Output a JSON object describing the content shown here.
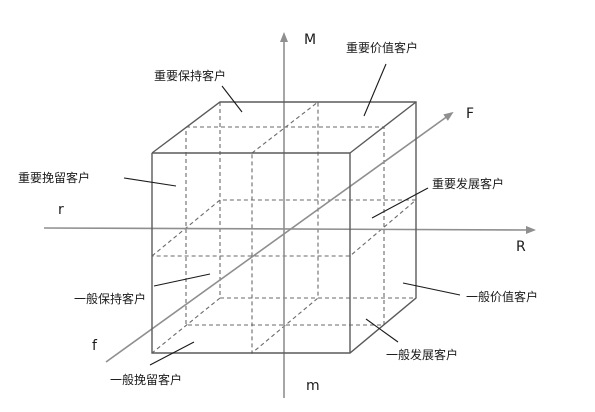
{
  "axes": {
    "M": "M",
    "m": "m",
    "R": "R",
    "r": "r",
    "F": "F",
    "f": "f"
  },
  "segments": {
    "important_value": "重要价值客户",
    "important_keep": "重要保持客户",
    "important_retain": "重要挽留客户",
    "important_develop": "重要发展客户",
    "general_keep": "一般保持客户",
    "general_value": "一般价值客户",
    "general_develop": "一般发展客户",
    "general_retain": "一般挽留客户"
  },
  "colors": {
    "axis": "#8f8f8f",
    "cube_edge": "#5a5a5a",
    "text": "#1a1a1a",
    "background": "#ffffff"
  }
}
